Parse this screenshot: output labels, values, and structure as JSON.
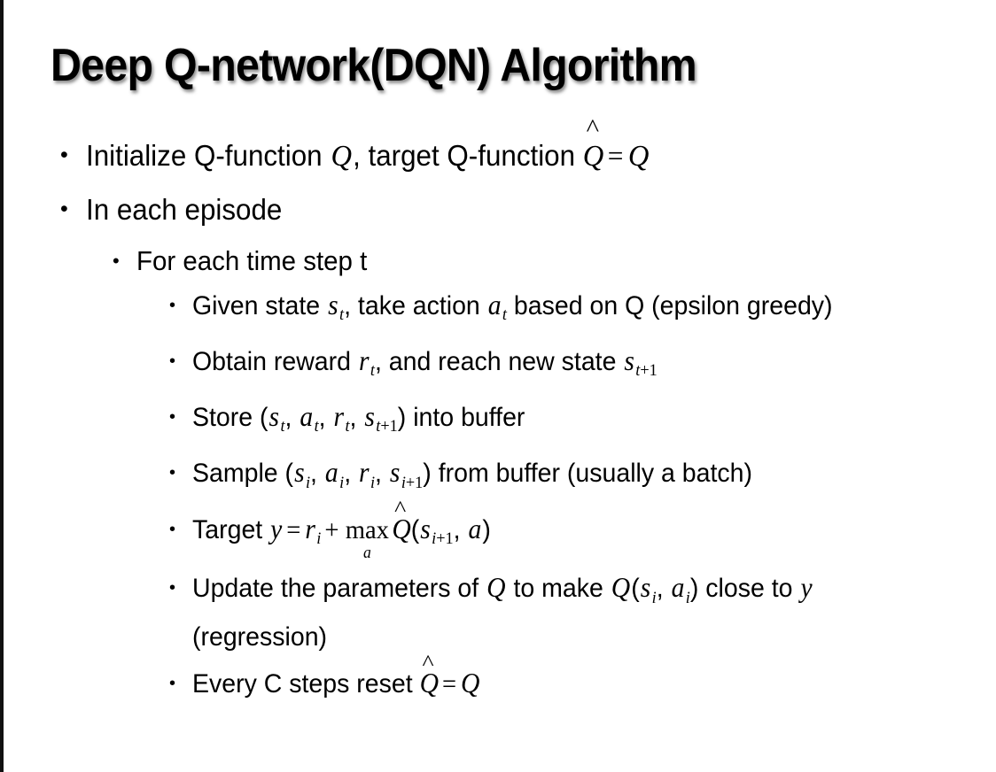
{
  "slide": {
    "title": "Deep Q-network(DQN) Algorithm",
    "background_color": "#ffffff",
    "text_color": "#000000",
    "bullet_glyph": "•",
    "items": [
      {
        "level": 1,
        "name": "bullet-initialize-q-function",
        "parts": [
          {
            "type": "text",
            "value": "Initialize Q-function "
          },
          {
            "type": "mi",
            "value": "Q"
          },
          {
            "type": "text",
            "value": ", target Q-function "
          },
          {
            "type": "hat",
            "value": "Q"
          },
          {
            "type": "mo",
            "value": "="
          },
          {
            "type": "mi",
            "value": "Q"
          }
        ],
        "plain": "Initialize Q-function Q, target Q-function Q̂ = Q"
      },
      {
        "level": 1,
        "name": "bullet-in-each-episode",
        "parts": [
          {
            "type": "text",
            "value": "In each episode"
          }
        ],
        "plain": "In each episode"
      },
      {
        "level": 2,
        "name": "bullet-for-each-time-step",
        "parts": [
          {
            "type": "text",
            "value": "For each time step t"
          }
        ],
        "plain": "For each time step t"
      },
      {
        "level": 3,
        "name": "bullet-given-state-take-action",
        "parts": [
          {
            "type": "text",
            "value": "Given state "
          },
          {
            "type": "mi",
            "value": "s",
            "sub": "t"
          },
          {
            "type": "text",
            "value": ", take action "
          },
          {
            "type": "mi",
            "value": "a",
            "sub": "t"
          },
          {
            "type": "text",
            "value": " based on Q (epsilon greedy)"
          }
        ],
        "plain": "Given state sₜ, take action aₜ based on Q (epsilon greedy)"
      },
      {
        "level": 3,
        "name": "bullet-obtain-reward",
        "parts": [
          {
            "type": "text",
            "value": "Obtain reward "
          },
          {
            "type": "mi",
            "value": "r",
            "sub": "t"
          },
          {
            "type": "text",
            "value": ", and reach new state "
          },
          {
            "type": "mi",
            "value": "s",
            "sub": "t+1"
          }
        ],
        "plain": "Obtain reward rₜ, and reach new state sₜ₊₁"
      },
      {
        "level": 3,
        "name": "bullet-store-into-buffer",
        "parts": [
          {
            "type": "text",
            "value": "Store ("
          },
          {
            "type": "mi",
            "value": "s",
            "sub": "t"
          },
          {
            "type": "text",
            "value": ", "
          },
          {
            "type": "mi",
            "value": "a",
            "sub": "t"
          },
          {
            "type": "text",
            "value": ", "
          },
          {
            "type": "mi",
            "value": "r",
            "sub": "t"
          },
          {
            "type": "text",
            "value": ", "
          },
          {
            "type": "mi",
            "value": "s",
            "sub": "t+1"
          },
          {
            "type": "text",
            "value": ") into buffer"
          }
        ],
        "plain": "Store (sₜ, aₜ, rₜ, sₜ₊₁) into buffer"
      },
      {
        "level": 3,
        "name": "bullet-sample-from-buffer",
        "parts": [
          {
            "type": "text",
            "value": "Sample ("
          },
          {
            "type": "mi",
            "value": "s",
            "sub": "i"
          },
          {
            "type": "text",
            "value": ", "
          },
          {
            "type": "mi",
            "value": "a",
            "sub": "i"
          },
          {
            "type": "text",
            "value": ", "
          },
          {
            "type": "mi",
            "value": "r",
            "sub": "i"
          },
          {
            "type": "text",
            "value": ", "
          },
          {
            "type": "mi",
            "value": "s",
            "sub": "i+1"
          },
          {
            "type": "text",
            "value": ") from buffer (usually a batch)"
          }
        ],
        "plain": "Sample (sᵢ, aᵢ, rᵢ, sᵢ₊₁) from buffer (usually a batch)"
      },
      {
        "level": 3,
        "name": "bullet-target-equation",
        "parts": [
          {
            "type": "text",
            "value": "Target "
          },
          {
            "type": "mi",
            "value": "y"
          },
          {
            "type": "mo",
            "value": "="
          },
          {
            "type": "mi",
            "value": "r",
            "sub": "i"
          },
          {
            "type": "mo",
            "value": "+"
          },
          {
            "type": "limop",
            "value": "max",
            "limit": "a"
          },
          {
            "type": "hat",
            "value": "Q"
          },
          {
            "type": "text",
            "value": "("
          },
          {
            "type": "mi",
            "value": "s",
            "sub": "i+1"
          },
          {
            "type": "text",
            "value": ", "
          },
          {
            "type": "mi",
            "value": "a"
          },
          {
            "type": "text",
            "value": ")"
          }
        ],
        "plain": "Target y = rᵢ + maxₐ Q̂(sᵢ₊₁, a)"
      },
      {
        "level": 3,
        "name": "bullet-update-parameters",
        "parts": [
          {
            "type": "text",
            "value": "Update the parameters of "
          },
          {
            "type": "mi",
            "value": "Q"
          },
          {
            "type": "text",
            "value": " to make "
          },
          {
            "type": "mi",
            "value": "Q"
          },
          {
            "type": "text",
            "value": "("
          },
          {
            "type": "mi",
            "value": "s",
            "sub": "i"
          },
          {
            "type": "text",
            "value": ", "
          },
          {
            "type": "mi",
            "value": "a",
            "sub": "i"
          },
          {
            "type": "text",
            "value": ") close to "
          },
          {
            "type": "mi",
            "value": "y"
          },
          {
            "type": "text",
            "value": " (regression)"
          }
        ],
        "plain": "Update the parameters of Q to make Q(sᵢ, aᵢ) close to y (regression)"
      },
      {
        "level": 3,
        "name": "bullet-every-c-steps-reset",
        "parts": [
          {
            "type": "text",
            "value": "Every C steps reset "
          },
          {
            "type": "hat",
            "value": "Q"
          },
          {
            "type": "mo",
            "value": "="
          },
          {
            "type": "mi",
            "value": "Q"
          }
        ],
        "plain": "Every C steps reset Q̂ = Q"
      }
    ]
  }
}
